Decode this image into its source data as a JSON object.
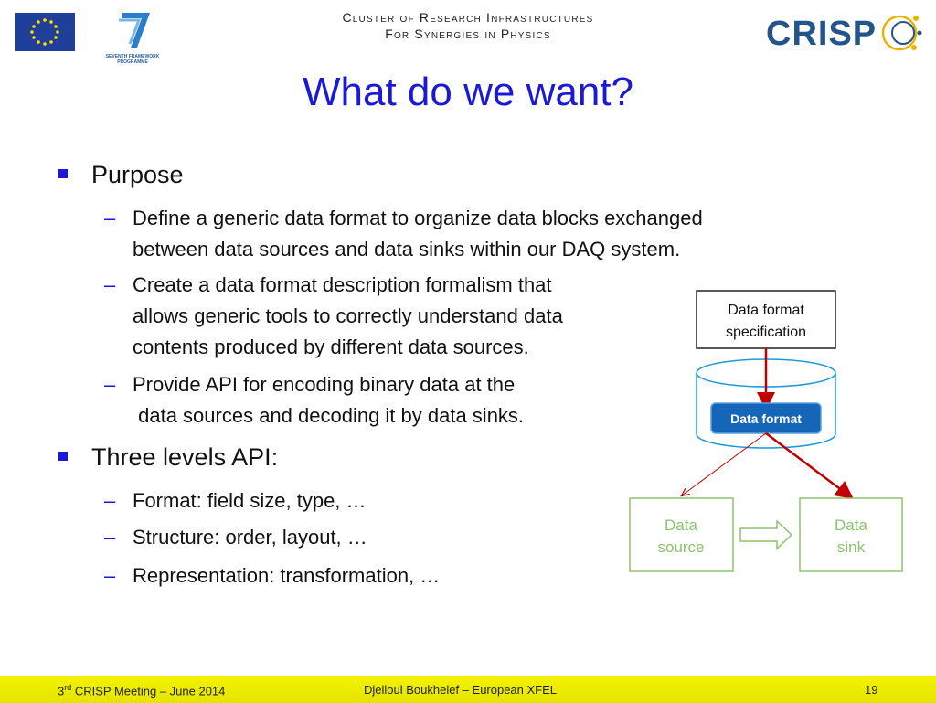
{
  "header": {
    "line1": "Cluster of Research Infrastructures",
    "line2": "For Synergies in Physics",
    "crisp_logo": "CRISP",
    "fp7_logo": "SEVENTH FRAMEWORK PROGRAMME"
  },
  "title": "What do we want?",
  "bullets": {
    "purpose": "Purpose",
    "purpose_items": [
      [
        "Define a generic data format to organize data blocks exchanged",
        "between data sources and data sinks within our DAQ system."
      ],
      [
        "Create a data format description formalism that",
        "allows generic tools to correctly understand data",
        "contents produced by different data sources."
      ],
      [
        "Provide API for encoding binary data at the",
        " data sources and decoding it by data sinks."
      ]
    ],
    "levels": "Three levels API:",
    "levels_items": [
      "Format: field size, type, …",
      "Structure: order, layout, …",
      "Representation: transformation, …"
    ]
  },
  "diagram": {
    "spec_line1": "Data format",
    "spec_line2": "specification",
    "format_label": "Data format",
    "source_line1": "Data",
    "source_line2": "source",
    "sink_line1": "Data",
    "sink_line2": "sink"
  },
  "footer": {
    "meeting_ord": "3",
    "meeting_sup": "rd",
    "meeting_rest": " CRISP Meeting – June 2014",
    "author": "Djelloul Boukhelef – European XFEL",
    "page": "19"
  },
  "colors": {
    "title_blue": "#1a1ad6",
    "arrow_red": "#c00000",
    "box_green": "#8dc26f",
    "db_blue": "#1f9bd7",
    "footer_yellow": "#f0f000"
  }
}
